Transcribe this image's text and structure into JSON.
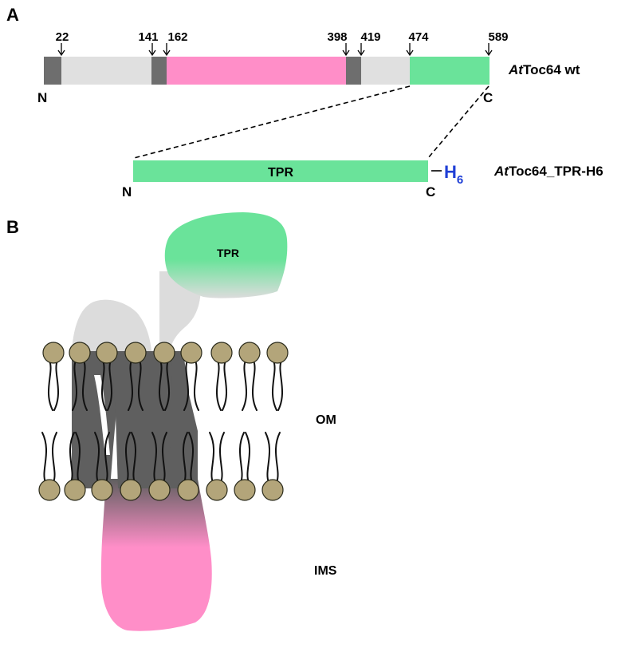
{
  "panel_a": {
    "letter": "A",
    "residue_marks": [
      "22",
      "141",
      "162",
      "398",
      "419",
      "474",
      "589"
    ],
    "wt_name_italic": "At",
    "wt_name_rest": "Toc64 wt",
    "wt_n": "N",
    "wt_c": "C",
    "construct_domain_label": "TPR",
    "construct_n": "N",
    "construct_c": "C",
    "tag_letter": "H",
    "tag_subscript": "6",
    "construct_name_italic": "At",
    "construct_name_rest": "Toc64_TPR-H6"
  },
  "panel_b": {
    "letter": "B",
    "domain_label": "TPR",
    "om_label": "OM",
    "ims_label": "IMS"
  },
  "colors": {
    "tm_segment": "#6e6e6e",
    "linker": "#e0e0e0",
    "amidase_domain": "#ff8ec8",
    "tpr_domain": "#6ae39a",
    "his_tag": "#1f3fd6",
    "lipid_head": "#b3a57a",
    "membrane_core": "#5f5f5f"
  }
}
